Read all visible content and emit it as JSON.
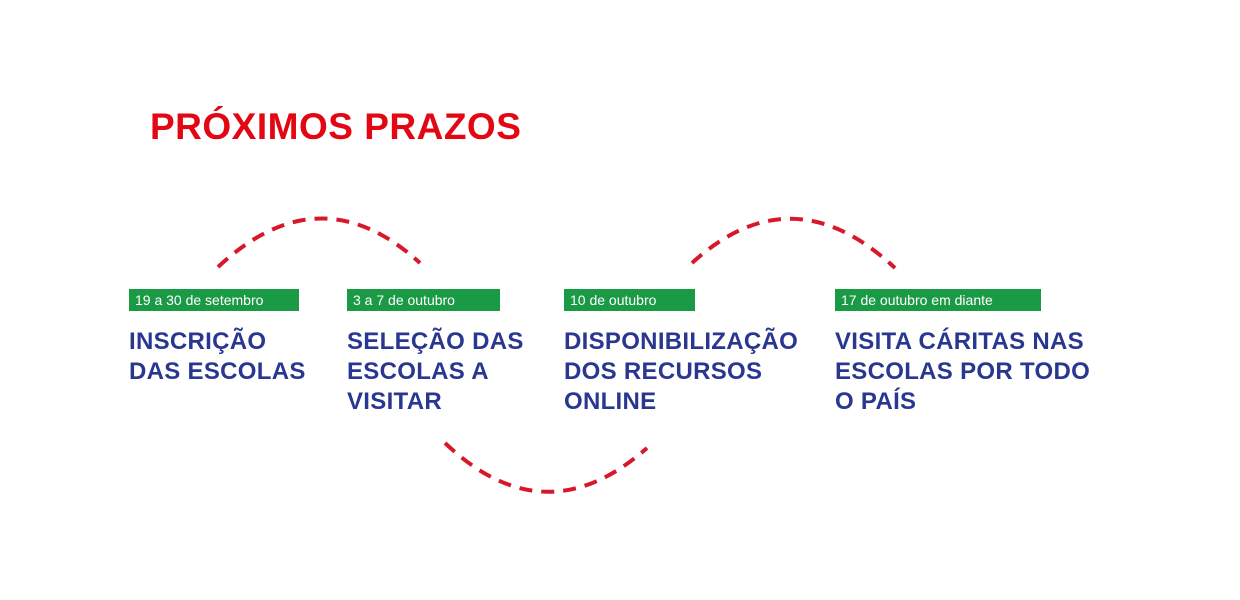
{
  "title": "PRÓXIMOS PRAZOS",
  "colors": {
    "title": "#e30613",
    "badge_background": "#1a9a45",
    "badge_text": "#ffffff",
    "step_text": "#2a3790",
    "connector": "#d7182a"
  },
  "steps": [
    {
      "date": "19 a 30 de setembro",
      "label": "INSCRIÇÃO\nDAS ESCOLAS"
    },
    {
      "date": "3 a 7 de outubro",
      "label": "SELEÇÃO DAS\nESCOLAS A\nVISITAR"
    },
    {
      "date": "10 de outubro",
      "label": "DISPONIBILIZAÇÃO\nDOS RECURSOS\nONLINE"
    },
    {
      "date": "17 de outubro em diante",
      "label": "VISITA CÁRITAS NAS\nESCOLAS POR TODO\nO PAÍS"
    }
  ]
}
